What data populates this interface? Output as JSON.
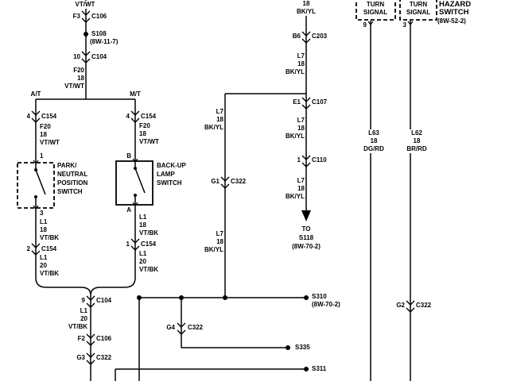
{
  "style": {
    "background": "#ffffff",
    "ink": "#000000"
  },
  "diagram": {
    "feed_column": {
      "incoming_wire_color": "VT/WT",
      "c106": {
        "pin": "F3",
        "name": "C106"
      },
      "s108": {
        "name": "S108",
        "ref": "(8W-11-7)"
      },
      "c104": {
        "pin": "10",
        "name": "C104"
      },
      "wire_f20": {
        "circuit": "F20",
        "gauge": "18",
        "color": "VT/WT"
      },
      "branch_left": "A/T",
      "branch_right": "M/T"
    },
    "park_neutral_branch": {
      "c154_top": {
        "pin": "4",
        "name": "C154"
      },
      "wire_top": {
        "circuit": "F20",
        "gauge": "18",
        "color": "VT/WT"
      },
      "pin_top": "1",
      "switch_label": [
        "PARK/",
        "NEUTRAL",
        "POSITION",
        "SWITCH"
      ],
      "pin_bottom": "3",
      "wire_mid": {
        "circuit": "L1",
        "gauge": "18",
        "color": "VT/BK"
      },
      "c154_bottom": {
        "pin": "2",
        "name": "C154"
      },
      "wire_bottom": {
        "circuit": "L1",
        "gauge": "20",
        "color": "VT/BK"
      }
    },
    "backup_lamp_branch": {
      "c154_top": {
        "pin": "4",
        "name": "C154"
      },
      "wire_top": {
        "circuit": "F20",
        "gauge": "18",
        "color": "VT/WT"
      },
      "pin_top": "B",
      "switch_label": [
        "BACK-UP",
        "LAMP",
        "SWITCH"
      ],
      "pin_bottom": "A",
      "wire_mid": {
        "circuit": "L1",
        "gauge": "18",
        "color": "VT/BK"
      },
      "c154_bottom": {
        "pin": "1",
        "name": "C154"
      },
      "wire_bottom": {
        "circuit": "L1",
        "gauge": "20",
        "color": "VT/BK"
      }
    },
    "merged_column": {
      "c104": {
        "pin": "9",
        "name": "C104"
      },
      "wire": {
        "circuit": "L1",
        "gauge": "20",
        "color": "VT/BK"
      },
      "c106": {
        "pin": "F2",
        "name": "C106"
      },
      "c322": {
        "pin": "G3",
        "name": "C322"
      }
    },
    "bkyl_column": {
      "incoming_wire": {
        "gauge": "18",
        "color": "BK/YL"
      },
      "c203": {
        "pin": "B6",
        "name": "C203"
      },
      "wire1": {
        "circuit": "L7",
        "gauge": "18",
        "color": "BK/YL"
      },
      "c107": {
        "pin": "E1",
        "name": "C107"
      },
      "wire2": {
        "circuit": "L7",
        "gauge": "18",
        "color": "BK/YL"
      },
      "c110": {
        "pin": "1",
        "name": "C110"
      },
      "wire3": {
        "circuit": "L7",
        "gauge": "18",
        "color": "BK/YL"
      },
      "destination": {
        "to": "TO",
        "name": "S118",
        "ref": "(8W-70-2)"
      }
    },
    "g1_column": {
      "wire1": {
        "circuit": "L7",
        "gauge": "18",
        "color": "BK/YL"
      },
      "c322": {
        "pin": "G1",
        "name": "C322"
      },
      "wire2": {
        "circuit": "L7",
        "gauge": "18",
        "color": "BK/YL"
      }
    },
    "turn_signal_switch": {
      "section1": [
        "TURN",
        "SIGNAL"
      ],
      "section2": [
        "TURN",
        "SIGNAL"
      ],
      "component": [
        "HAZARD",
        "SWITCH"
      ],
      "ref": "(8W-52-2)",
      "pin_left": "9",
      "pin_right": "3",
      "wire_left": {
        "circuit": "L63",
        "gauge": "18",
        "color": "DG/RD"
      },
      "wire_right": {
        "circuit": "L62",
        "gauge": "18",
        "color": "BR/RD"
      },
      "c322": {
        "pin": "G2",
        "name": "C322"
      }
    },
    "splices": {
      "s310": {
        "name": "S310",
        "ref": "(8W-70-2)"
      },
      "s335": {
        "name": "S335"
      },
      "s311": {
        "name": "S311"
      },
      "c322_g4": {
        "pin": "G4",
        "name": "C322"
      }
    }
  }
}
